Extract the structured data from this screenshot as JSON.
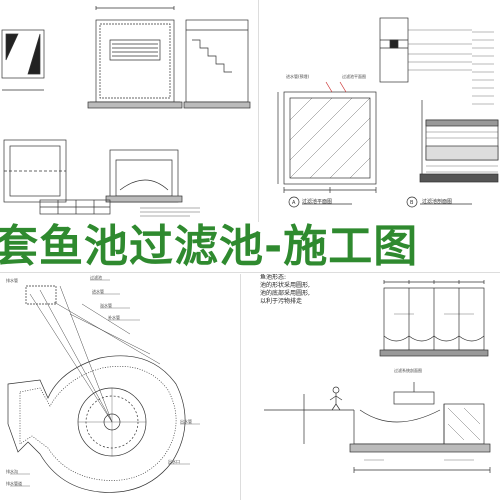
{
  "banner": {
    "title": "套鱼池过滤池-施工图"
  },
  "panel_b": {
    "callout_1": "进水管(预埋)",
    "callout_2": "过滤池平面图",
    "circle_a": "A",
    "caption_a": "过滤池平面图",
    "circle_b": "B",
    "caption_b": "过滤池剖面图"
  },
  "panel_c": {
    "labels": [
      "过滤池",
      "排水管",
      "进水管",
      "溢水管",
      "补水管",
      "出水管",
      "出水口",
      "排水沟",
      "排水管道"
    ]
  },
  "panel_d": {
    "notes": "鱼池形态:\n池的形状采用圆形,\n池的底部采用圆形,\n以利于污物排走",
    "section_caption": "过滤系统剖面图"
  },
  "colors": {
    "accent": "#2f8a2f",
    "line": "#333333",
    "red": "#cc3333"
  }
}
